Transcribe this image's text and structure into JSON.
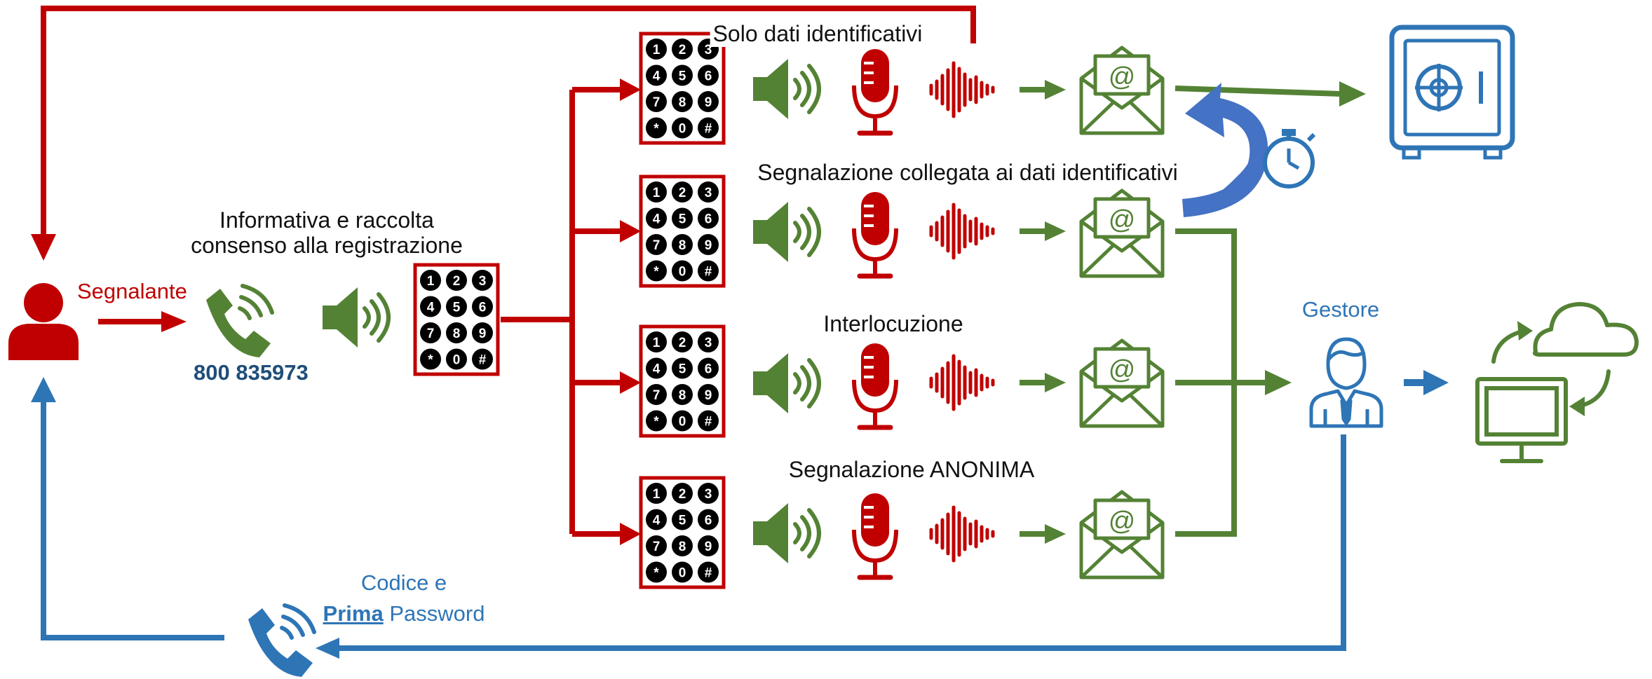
{
  "colors": {
    "red": "#c00000",
    "green": "#548235",
    "blue": "#2e75b6",
    "dark_blue": "#1f4e79",
    "bend_arrow": "#4472c4"
  },
  "labels": {
    "segnalante": "Segnalante",
    "phone_number": "800 835973",
    "informativa_line1": "Informativa e raccolta",
    "informativa_line2": "consenso alla registrazione",
    "branch1": "Solo dati identificativi",
    "branch2": "Segnalazione collegata ai dati identificativi",
    "branch3": "Interlocuzione",
    "branch4": "Segnalazione ANONIMA",
    "gestore": "Gestore",
    "codice_line1": "Codice e",
    "codice_prima": "Prima",
    "codice_password": "Password"
  },
  "keypad": {
    "keys": [
      "1",
      "2",
      "3",
      "4",
      "5",
      "6",
      "7",
      "8",
      "9",
      "*",
      "0",
      "#"
    ]
  },
  "icons": [
    "person-icon",
    "phone-icon",
    "speaker-icon",
    "keypad-icon",
    "microphone-icon",
    "sound-wave-icon",
    "email-icon",
    "safe-icon",
    "stopwatch-icon",
    "manager-icon",
    "cloud-sync-icon",
    "computer-icon"
  ]
}
